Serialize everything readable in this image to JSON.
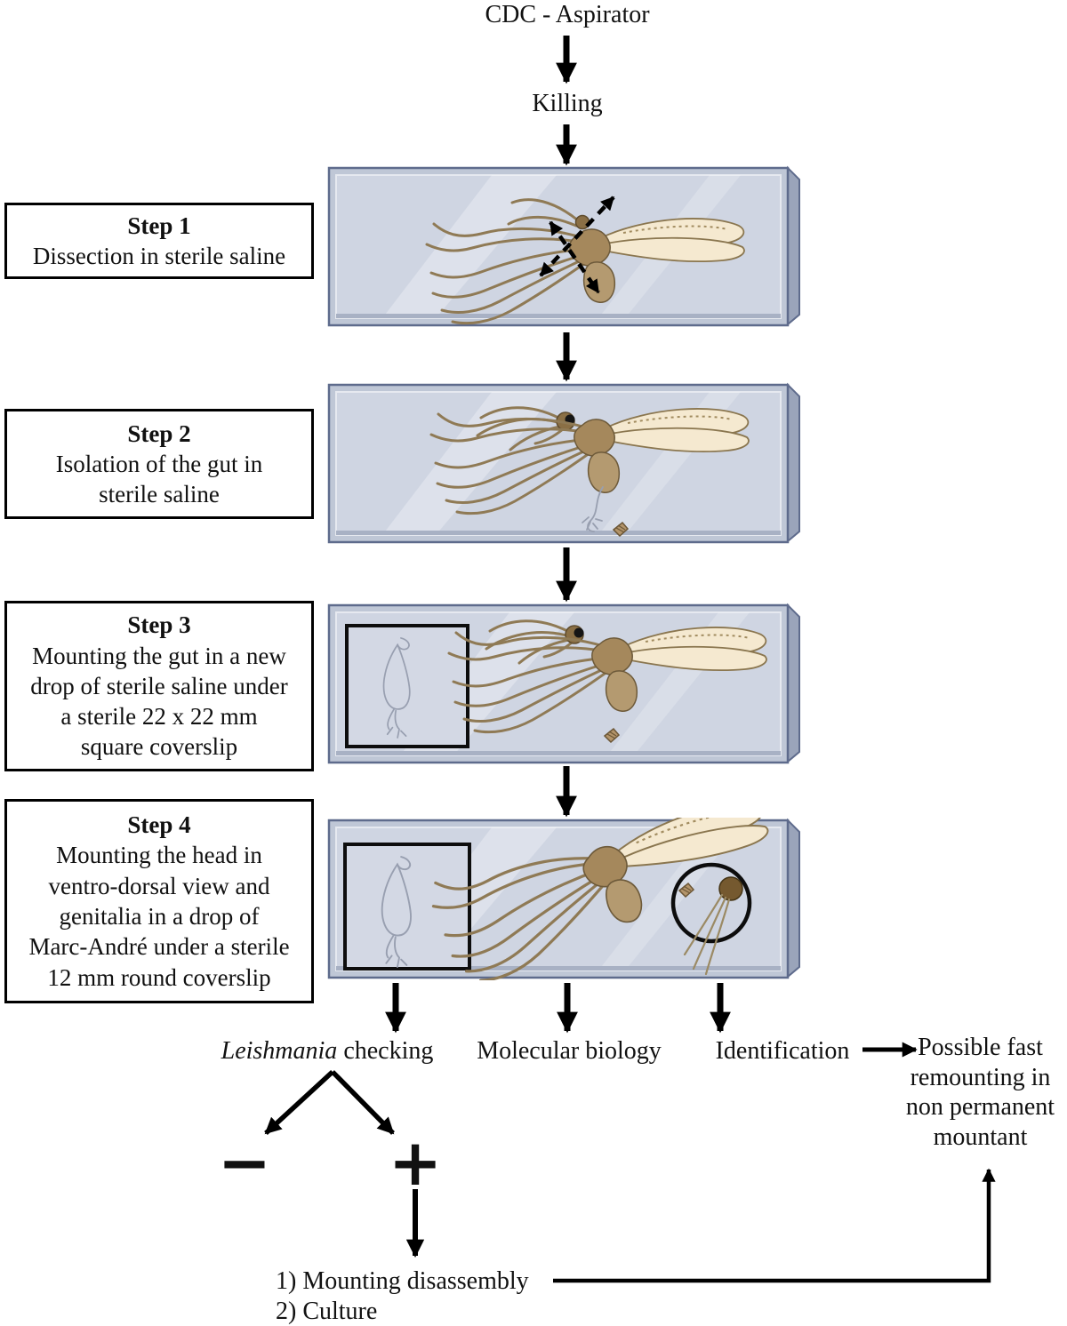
{
  "flow": {
    "source": "CDC - Aspirator",
    "kill": "Killing"
  },
  "steps": [
    {
      "title": "Step 1",
      "description": "Dissection in sterile saline"
    },
    {
      "title": "Step 2",
      "description": "Isolation of the gut in\nsterile saline"
    },
    {
      "title": "Step 3",
      "description": "Mounting the gut in a new\ndrop of sterile saline under\na sterile 22 x 22 mm\nsquare coverslip"
    },
    {
      "title": "Step 4",
      "description": "Mounting the head in\nventro-dorsal view and\ngenitalia in a drop of\nMarc-André under a sterile\n12 mm round coverslip"
    }
  ],
  "outputs": {
    "leishmania_italic": "Leishmania",
    "leishmania_rest": " checking",
    "molecular": "Molecular biology",
    "identification": "Identification",
    "remounting": "Possible fast\nremounting in\nnon permanent\nmountant",
    "negative": "−",
    "positive": "+",
    "disassembly": "1) Mounting disassembly",
    "culture": "2) Culture"
  },
  "colors": {
    "slide_face": "#cfd5e2",
    "slide_border": "#5e6b8c",
    "fly_body": "#a5885c",
    "fly_wing": "#f5e9d0",
    "arrow": "#000000"
  }
}
